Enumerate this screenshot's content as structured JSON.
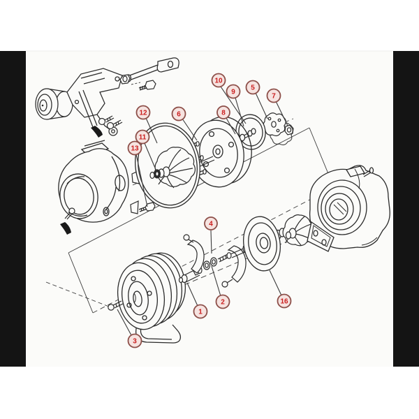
{
  "figure": {
    "type": "exploded-parts-diagram",
    "subject": "Turbocharger assembly exploded view",
    "colors": {
      "page_bg": "#ffffff",
      "panel_bg": "#fbfbf9",
      "letterbox_bar": "#141414",
      "line": "#2b2b2b",
      "callout_ring": "#8d4f49",
      "callout_fill": "#f6e3e0",
      "callout_text": "#cb1d1d"
    },
    "callouts": [
      {
        "label": "10"
      },
      {
        "label": "9"
      },
      {
        "label": "5"
      },
      {
        "label": "7"
      },
      {
        "label": "12"
      },
      {
        "label": "6"
      },
      {
        "label": "8"
      },
      {
        "label": "11"
      },
      {
        "label": "13"
      },
      {
        "label": "4"
      },
      {
        "label": "1"
      },
      {
        "label": "2"
      },
      {
        "label": "16"
      },
      {
        "label": "3"
      }
    ]
  }
}
